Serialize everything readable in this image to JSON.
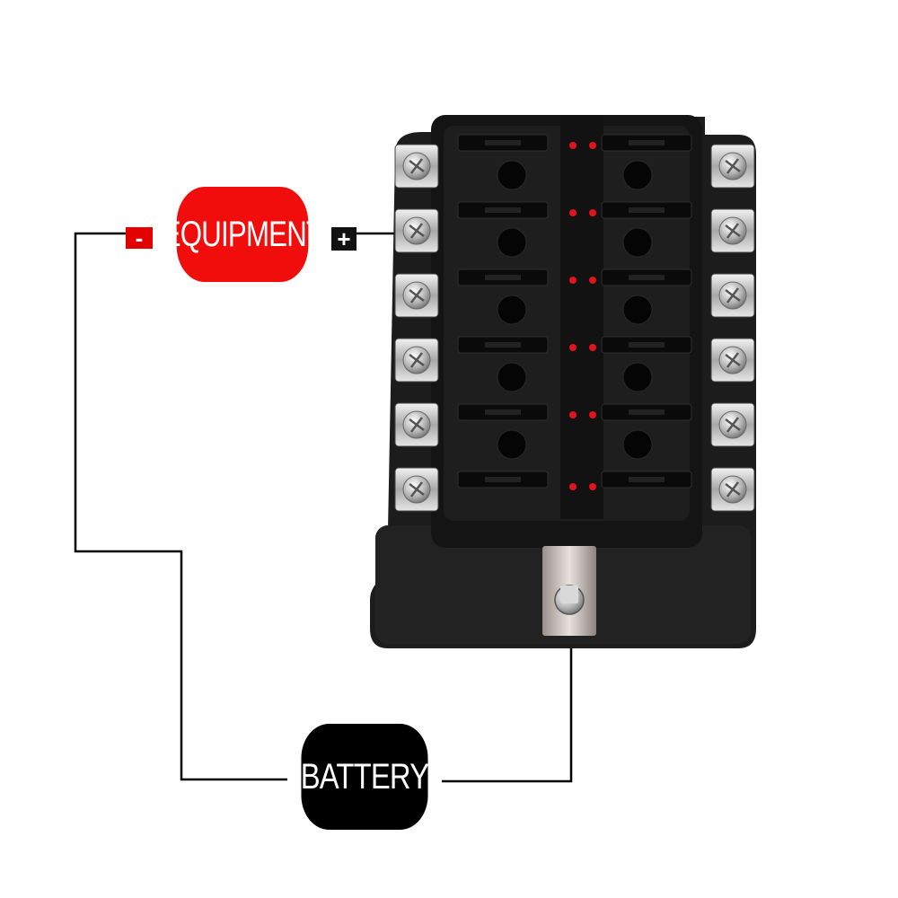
{
  "labels": {
    "equipment": "EQUIPMENT",
    "battery": "BATTERY",
    "minus": "-",
    "plus": "+"
  },
  "fuse_box": {
    "slots_per_side": 6,
    "led_pairs": 6
  },
  "colors": {
    "equipment_bg": "#f20d0d",
    "battery_bg": "#000000",
    "wire": "#000000",
    "minus_bg": "#e30000",
    "plus_bg": "#111111",
    "box_body": "#1a1a1a",
    "led": "#e0141c",
    "terminal": "#c9c9c9"
  }
}
